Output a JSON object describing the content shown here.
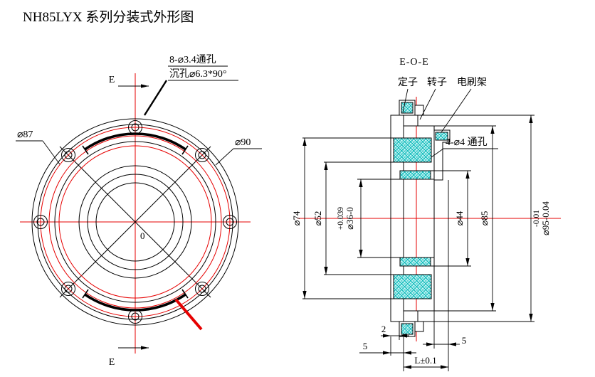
{
  "title": "NH85LYX 系列分装式外形图",
  "front_view": {
    "section_letter": "E",
    "origin_label": "0",
    "hole_note_line1": "8-⌀3.4通孔",
    "hole_note_line2": "沉孔⌀6.3*90°",
    "dim_bolt_circle": "⌀87",
    "dim_outer": "⌀90"
  },
  "section_view": {
    "title": "E-O-E",
    "labels": {
      "stator": "定子",
      "rotor": "转子",
      "brush_holder": "电刷架"
    },
    "hole_note": "4-⌀4 通孔",
    "dims": {
      "d74": "⌀74",
      "d52": "⌀52",
      "d36_tol": "+0.039",
      "d36": "⌀36-0",
      "d44": "⌀44",
      "d85": "⌀85",
      "d95_tol": "-0.01",
      "d95": "⌀95-0.04",
      "t2": "2",
      "t5_left": "5",
      "t5_right": "5",
      "tL": "L±0.1"
    }
  },
  "colors": {
    "line": "#000000",
    "centerline": "#e60000",
    "highlight": "#e60000",
    "hatch_line": "#00b4b4",
    "hatch_bg": "#c9f6f6"
  }
}
